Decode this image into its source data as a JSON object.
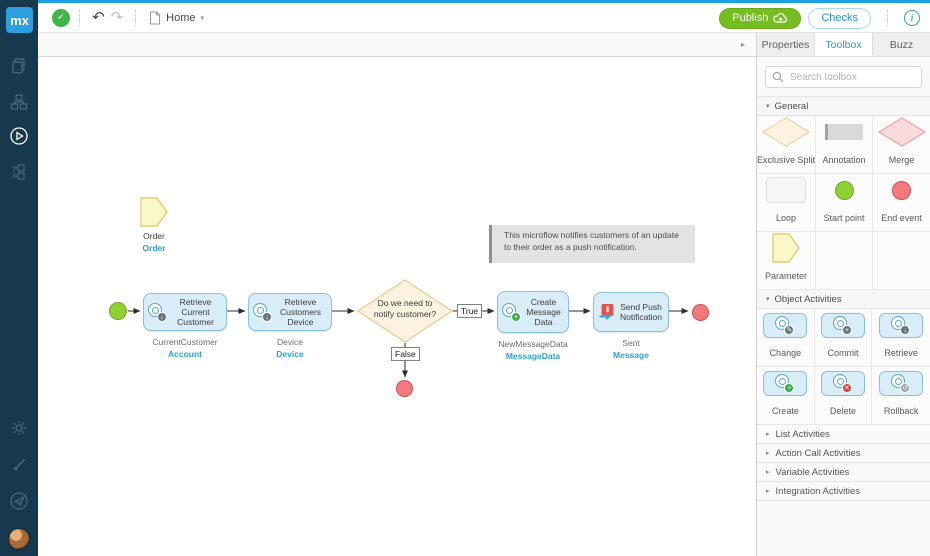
{
  "topbar": {
    "logo": "mx",
    "document_title": "Home",
    "publish_label": "Publish",
    "checks_label": "Checks"
  },
  "canvas": {
    "annotation_text": "This microflow notifies customers of an update to their order as a push notification.",
    "parameter": {
      "name": "Order",
      "entity": "Order"
    },
    "activities": {
      "retrieve_current_customer": {
        "caption": "Retrieve Current Customer",
        "variable": "CurrentCustomer",
        "entity": "Account"
      },
      "retrieve_customers_device": {
        "caption": "Retrieve Customers Device",
        "variable": "Device",
        "entity": "Device"
      },
      "create_message_data": {
        "caption": "Create Message Data",
        "variable": "NewMessageData",
        "entity": "MessageData"
      },
      "send_push_notification": {
        "caption": "Send Push Notification",
        "variable": "Sent",
        "entity": "Message"
      }
    },
    "decision": {
      "caption": "Do we need to notify customer?",
      "true_label": "True",
      "false_label": "False"
    }
  },
  "panel": {
    "tabs": {
      "properties": "Properties",
      "toolbox": "Toolbox",
      "buzz": "Buzz"
    },
    "search_placeholder": "Search toolbox",
    "sections": {
      "general": {
        "title": "General",
        "items": [
          "Exclusive Split",
          "Annotation",
          "Merge",
          "Loop",
          "Start point",
          "End event",
          "Parameter"
        ]
      },
      "object_activities": {
        "title": "Object Activities",
        "items": [
          "Change",
          "Commit",
          "Retrieve",
          "Create",
          "Delete",
          "Rollback"
        ]
      },
      "collapsed": [
        "List Activities",
        "Action Call Activities",
        "Variable Activities",
        "Integration Activities"
      ]
    }
  },
  "colors": {
    "accent_blue": "#2595d3",
    "publish_green": "#76bd22",
    "start_green": "#8fd133",
    "end_red": "#f4797e",
    "activity_fill": "#d9edf9",
    "decision_fill": "#fcf3e1",
    "parameter_fill": "#fbf7c8",
    "sidebar_bg": "#16394d"
  }
}
